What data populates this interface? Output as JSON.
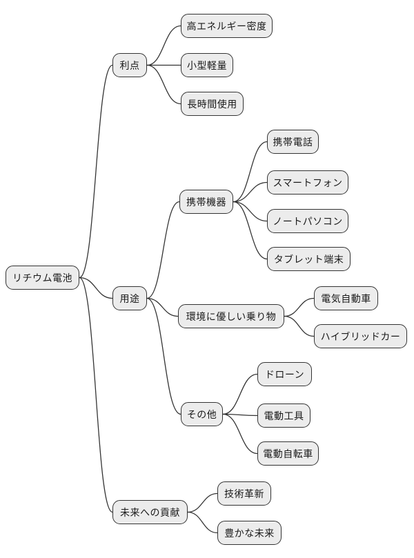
{
  "mindmap": {
    "root": {
      "label": "リチウム電池",
      "children": [
        {
          "label": "利点",
          "children": [
            {
              "label": "高エネルギー密度"
            },
            {
              "label": "小型軽量"
            },
            {
              "label": "長時間使用"
            }
          ]
        },
        {
          "label": "用途",
          "children": [
            {
              "label": "携帯機器",
              "children": [
                {
                  "label": "携帯電話"
                },
                {
                  "label": "スマートフォン"
                },
                {
                  "label": "ノートパソコン"
                },
                {
                  "label": "タブレット端末"
                }
              ]
            },
            {
              "label": "環境に優しい乗り物",
              "children": [
                {
                  "label": "電気自動車"
                },
                {
                  "label": "ハイブリッドカー"
                }
              ]
            },
            {
              "label": "その他",
              "children": [
                {
                  "label": "ドローン"
                },
                {
                  "label": "電動工具"
                },
                {
                  "label": "電動自転車"
                }
              ]
            }
          ]
        },
        {
          "label": "未来への貢献",
          "children": [
            {
              "label": "技術革新"
            },
            {
              "label": "豊かな未来"
            }
          ]
        }
      ]
    },
    "colors": {
      "background": "#ffffff",
      "node_fill": "#ececec",
      "node_border": "#333333",
      "edge": "#333333",
      "text": "#1a1a1a"
    }
  }
}
